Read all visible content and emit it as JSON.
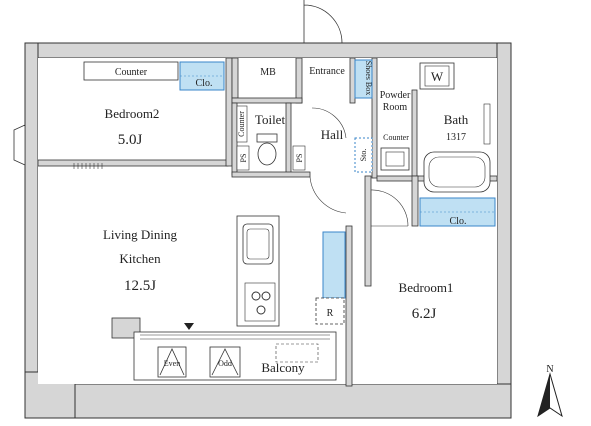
{
  "rooms": {
    "bedroom2": {
      "name": "Bedroom2",
      "size": "5.0J"
    },
    "living": {
      "line1": "Living Dining",
      "line2": "Kitchen",
      "size": "12.5J"
    },
    "bedroom1": {
      "name": "Bedroom1",
      "size": "6.2J"
    },
    "bath": {
      "name": "Bath",
      "code": "1317"
    },
    "toilet": {
      "name": "Toilet"
    },
    "hall": {
      "name": "Hall"
    },
    "entrance": {
      "name": "Entrance"
    },
    "powder_room": {
      "line1": "Powder",
      "line2": "Room"
    },
    "mb": {
      "name": "MB"
    },
    "balcony": {
      "name": "Balcony"
    }
  },
  "fixtures": {
    "counter_b2": "Counter",
    "closet_b2": "Clo.",
    "counter_toilet": "Counter",
    "ps": "PS",
    "shoes_box": "Shoes Box",
    "counter_powder": "Counter",
    "closet_b1": "Clo.",
    "washer": "W",
    "storage_small": "Sto.",
    "fridge": "R",
    "even": "Even",
    "odd": "Odd"
  },
  "compass": {
    "label": "N"
  },
  "colors": {
    "wall_fill": "#d6d6d6",
    "wall_line": "#333333",
    "closet_fill": "#bfe0f3",
    "closet_line": "#3a86c8"
  }
}
